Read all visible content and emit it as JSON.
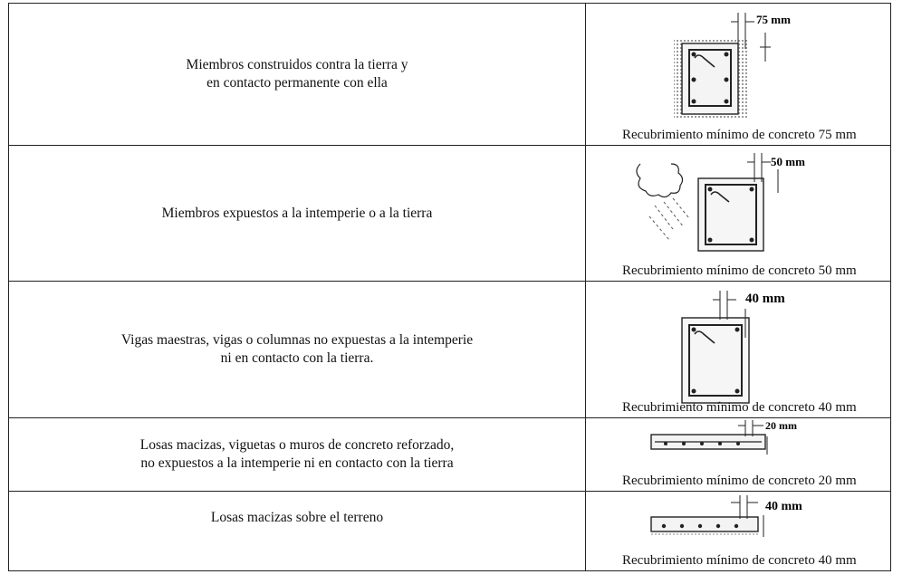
{
  "rows": [
    {
      "condition_line1": "Miembros construidos contra la tierra y",
      "condition_line2": "en contacto permanente con ella",
      "cover_label": "75 mm",
      "caption": "Recubrimiento mínimo de concreto 75 mm",
      "figure_icon": "column-section-on-soil"
    },
    {
      "condition_line1": "Miembros expuestos a la intemperie o a la tierra",
      "condition_line2": "",
      "cover_label": "50 mm",
      "caption": "Recubrimiento mínimo de concreto 50 mm",
      "figure_icon": "column-section-weather-exposed"
    },
    {
      "condition_line1": "Vigas maestras, vigas o columnas no expuestas a la intemperie",
      "condition_line2": "ni en contacto con la tierra.",
      "cover_label": "40 mm",
      "caption": "Recubrimiento mínimo de concreto 40 mm",
      "figure_icon": "column-section-interior"
    },
    {
      "condition_line1": "Losas macizas, viguetas o muros de concreto reforzado,",
      "condition_line2": "no expuestos a la intemperie ni en contacto con la tierra",
      "cover_label": "20 mm",
      "caption": "Recubrimiento mínimo de concreto 20 mm",
      "figure_icon": "slab-section"
    },
    {
      "condition_line1": "Losas macizas sobre el terreno",
      "condition_line2": "",
      "cover_label": "40 mm",
      "caption": "Recubrimiento mínimo de concreto 40 mm",
      "figure_icon": "slab-on-ground-section"
    }
  ]
}
